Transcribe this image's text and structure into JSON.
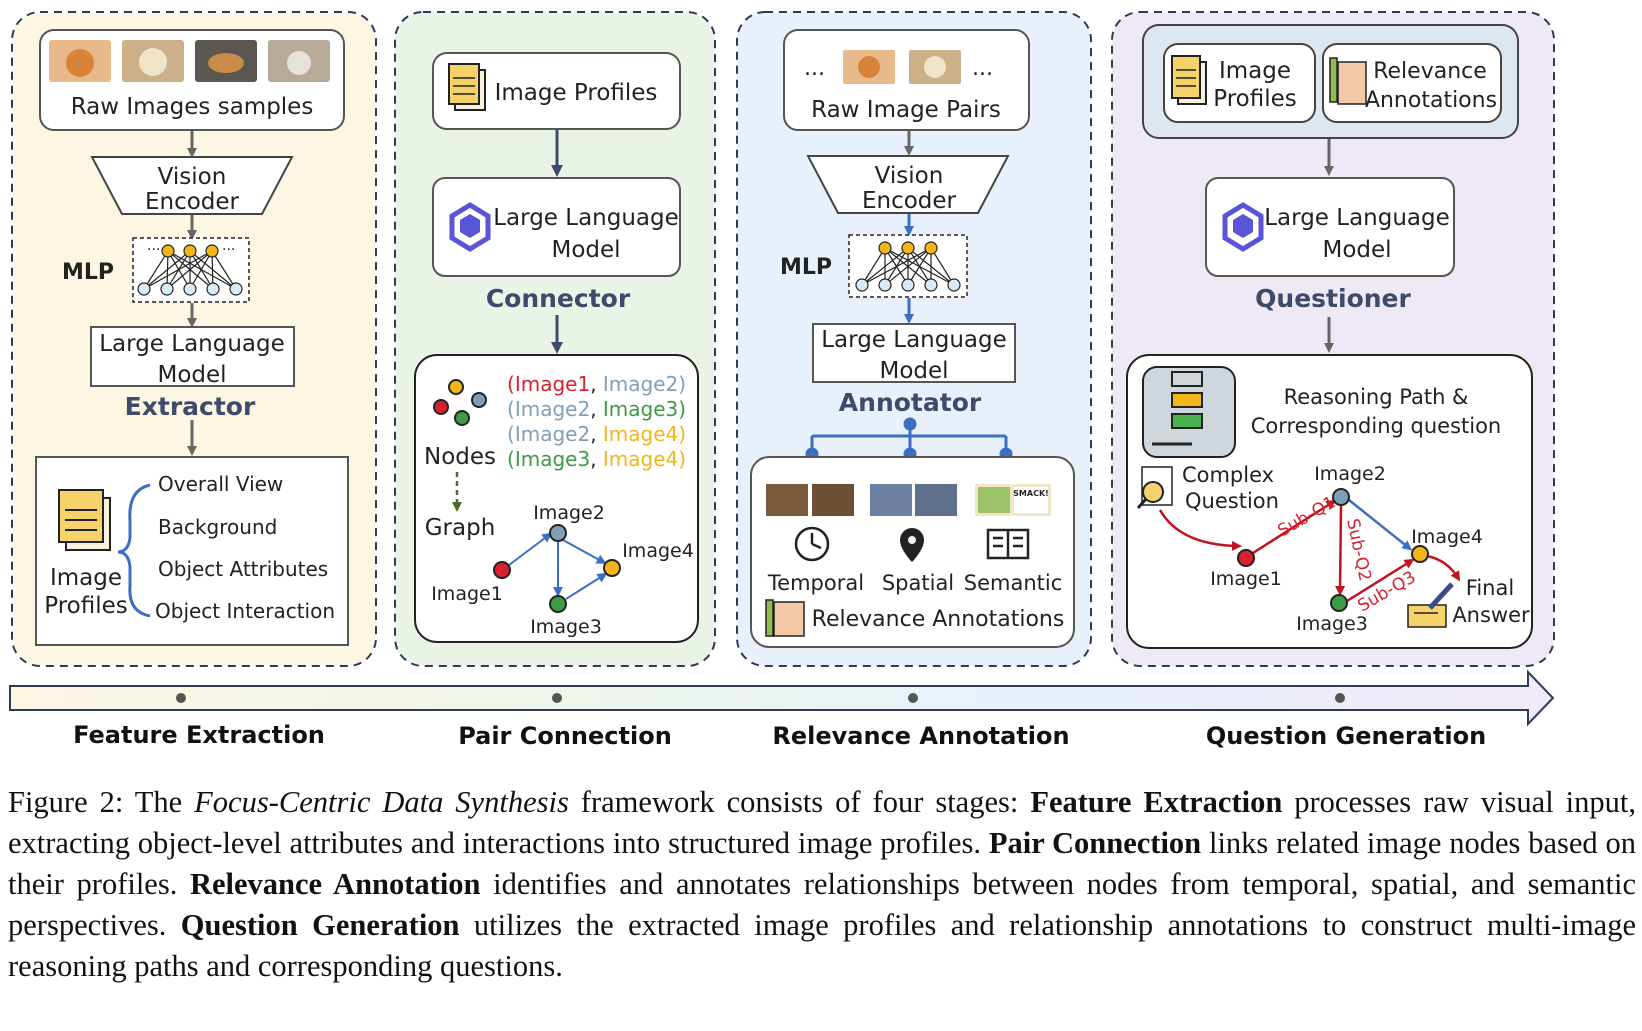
{
  "stages": {
    "extraction": {
      "raw_images": "Raw Images samples",
      "vision_encoder": [
        "Vision",
        "Encoder"
      ],
      "mlp": "MLP",
      "llm": [
        "Large Language",
        "Model"
      ],
      "role": "Extractor",
      "profile_label": [
        "Image",
        "Profiles"
      ],
      "profile_items": [
        "Overall View",
        "Background",
        "Object Attributes",
        "Object Interaction"
      ]
    },
    "connection": {
      "image_profiles": "Image Profiles",
      "llm": [
        "Large Language",
        "Model"
      ],
      "role": "Connector",
      "nodes": "Nodes",
      "graph": "Graph",
      "pairs": [
        {
          "a": "Image1",
          "b": "Image2",
          "ca": "#d9202e",
          "cb": "#7f9fb8"
        },
        {
          "a": "Image2",
          "b": "Image3",
          "ca": "#7f9fb8",
          "cb": "#3d9a45"
        },
        {
          "a": "Image2",
          "b": "Image4",
          "ca": "#7f9fb8",
          "cb": "#f2b61a"
        },
        {
          "a": "Image3",
          "b": "Image4",
          "ca": "#3d9a45",
          "cb": "#f2b61a"
        }
      ],
      "graph_nodes": [
        "Image1",
        "Image2",
        "Image3",
        "Image4"
      ]
    },
    "annotation": {
      "raw_pairs": "Raw Image Pairs",
      "ellipsis": "...",
      "vision_encoder": [
        "Vision",
        "Encoder"
      ],
      "mlp": "MLP",
      "llm": [
        "Large Language",
        "Model"
      ],
      "role": "Annotator",
      "types": [
        "Temporal",
        "Spatial",
        "Semantic"
      ],
      "relevance": "Relevance  Annotations",
      "comic_text": [
        "SMACK!"
      ]
    },
    "question": {
      "image_profiles": [
        "Image",
        "Profiles"
      ],
      "relevance": [
        "Relevance",
        "Annotations"
      ],
      "llm": [
        "Large Language",
        "Model"
      ],
      "role": "Questioner",
      "path_title": [
        "Reasoning Path &",
        "Corresponding question"
      ],
      "complex": [
        "Complex",
        "Question"
      ],
      "nodes": [
        "Image1",
        "Image2",
        "Image3",
        "Image4"
      ],
      "subqs": [
        "Sub-Q1",
        "Sub-Q2",
        "Sub-Q3"
      ],
      "final": [
        "Final",
        "Answer"
      ]
    }
  },
  "timeline": [
    "Feature Extraction",
    "Pair Connection",
    "Relevance Annotation",
    "Question Generation"
  ],
  "colors": {
    "panel1": "#fdf6e3",
    "panel2": "#e9f3e6",
    "panel3": "#e8f1fb",
    "panel4": "#efe9f5",
    "dash": "#2d3a5a",
    "role_text": "#3d4a6b",
    "arrow_gray": "#666666",
    "red": "#d9202e",
    "yellow": "#f2b61a",
    "green": "#3d9a45",
    "blue_gray": "#7f9fb8",
    "blue": "#3a6fc4"
  },
  "caption": {
    "prefix": "Figure 2: The ",
    "framework": "Focus-Centric Data Synthesis",
    "t1": " framework consists of four stages: ",
    "s1": "Feature Extraction",
    "t2": " processes raw visual input, extracting object-level attributes and interactions into structured image profiles. ",
    "s2": "Pair Connection",
    "t3": " links related image nodes based on their profiles. ",
    "s3": "Relevance Annotation",
    "t4": " identifies and annotates relationships between nodes from temporal, spatial, and semantic perspectives. ",
    "s4": "Question Generation",
    "t5": " utilizes the extracted image profiles and relationship annotations to construct multi-image reasoning paths and corresponding questions."
  }
}
